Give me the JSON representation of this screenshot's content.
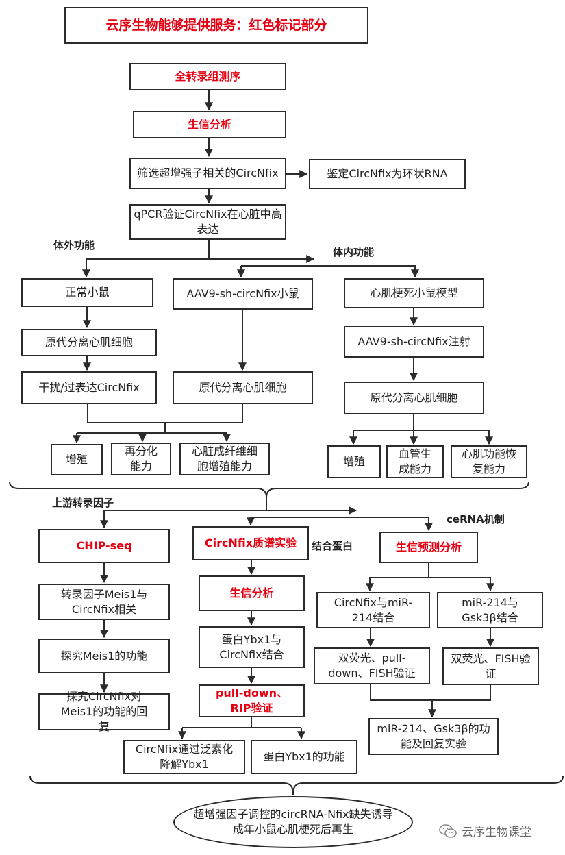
{
  "header": "云序生物能够提供服务：红色标记部分",
  "nodes": {
    "rnaseq": "全转录组测序",
    "bioinfo1": "生信分析",
    "screen": "筛选超增强子相关的CircNfix",
    "identify": "鉴定CircNfix为环状RNA",
    "qpcr": "qPCR验证CircNfix在心脏中高表达",
    "normal_mouse": "正常小鼠",
    "aav_mouse": "AAV9-sh-circNfix小鼠",
    "mi_model": "心肌梗死小鼠模型",
    "primary_cm1": "原代分离心肌细胞",
    "interfere": "干扰/过表达CircNfix",
    "primary_cm2": "原代分离心肌细胞",
    "aav_inject": "AAV9-sh-circNfix注射",
    "primary_cm3": "原代分离心肌细胞",
    "prolif1": "增殖",
    "redifferentiation": "再分化能力",
    "fibroblast": "心脏成纤维细胞增殖能力",
    "prolif2": "增殖",
    "angiogenesis": "血管生成能力",
    "cardiac_recovery": "心肌功能恢复能力",
    "chipseq": "CHIP-seq",
    "meis1_tf": "转录因子Meis1与CircNfix相关",
    "meis1_func": "探究Meis1的功能",
    "meis1_rescue": "探究CircNfix对Meis1的功能的回复",
    "ms": "CircNfix质谱实验",
    "bioinfo2": "生信分析",
    "ybx1_bind": "蛋白Ybx1与CircNfix结合",
    "pulldown": "pull-down、RIP验证",
    "ubiq": "CircNfix通过泛素化降解Ybx1",
    "ybx1_func": "蛋白Ybx1的功能",
    "predict": "生信预测分析",
    "mir214_bind": "CircNfix与miR-214结合",
    "gsk_bind": "miR-214与Gsk3β结合",
    "verify1": "双荧光、pull-down、FISH验证",
    "verify2": "双荧光、FISH验证",
    "rescue_exp": "miR-214、Gsk3β的功能及回复实验",
    "conclusion": "超增强因子调控的circRNA-Nfix缺失诱导成年小鼠心肌梗死后再生"
  },
  "labels": {
    "in_vitro": "体外功能",
    "in_vivo": "体内功能",
    "upstream": "上游转录因子",
    "binding_protein": "结合蛋白",
    "cerna": "ceRNA机制"
  },
  "watermark": "云序生物课堂",
  "colors": {
    "highlight": "#e60012",
    "line": "#2b2b2b"
  }
}
